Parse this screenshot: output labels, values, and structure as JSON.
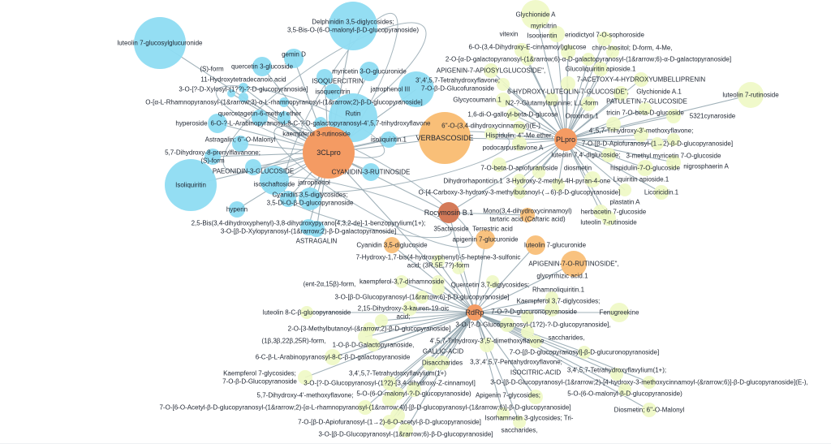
{
  "colors": {
    "blue": "#8edcf2",
    "green": "#eef8c4",
    "orange": "#f9bf78",
    "hub": "#f49b63",
    "brown": "#d47a58",
    "edge": "#8fa3ad"
  },
  "hubs": [
    {
      "label": "3CLpro",
      "group": "hub"
    },
    {
      "label": "PLpro",
      "group": "hub"
    },
    {
      "label": "RdRp",
      "group": "hub"
    },
    {
      "label": "Rocymosin B.1",
      "group": "brown"
    },
    {
      "label": "VERBASCOSIDE",
      "group": "orange"
    }
  ],
  "nodes": [
    {
      "label": [
        "luteolin 7-glucosylglucuronide"
      ],
      "group": "blue",
      "hub": 0
    },
    {
      "label": [
        "Delphinidin 3,5-diglycosides;",
        "3,5-Bis-O-(6-O-malonyl-&beta;-D-glucopyranoside)"
      ],
      "group": "blue",
      "hub": 0
    },
    {
      "label": [
        "gemin D"
      ],
      "group": "blue",
      "hub": 0
    },
    {
      "label": [
        "quercetin 3-glucoside"
      ],
      "group": "blue",
      "hub": 0
    },
    {
      "label": [
        "myricetin 3-O-glucuronide"
      ],
      "group": "blue",
      "hub": 0
    },
    {
      "label": [
        "ISOQUERCITRIN"
      ],
      "group": "blue",
      "hub": 0
    },
    {
      "label": [
        "jatrophenol III"
      ],
      "group": "blue",
      "hub": 0
    },
    {
      "label": [
        "isoquercitrin"
      ],
      "group": "blue",
      "hub": 0
    },
    {
      "label": [
        "11-Hydroxytetradecanoic acid"
      ],
      "group": "blue",
      "hub": 0
    },
    {
      "label": [
        "O-[&alpha;-L-Rhamnopyranosyl-(1&rarrow;3)-&alpha;-L-rhamnopyranosyl-(1&rarrow;2)-&beta;-D-glucopyranoside]"
      ],
      "group": "blue",
      "hub": 0
    },
    {
      "label": [
        "3-O-[?-D-Xylosyl-(1??)-?-D-glucopyranoside]"
      ],
      "group": "blue",
      "hub": 0
    },
    {
      "label": [
        "(S)-form"
      ],
      "group": "blue",
      "hub": 0
    },
    {
      "label": [
        "Rutin"
      ],
      "group": "blue",
      "hub": 0
    },
    {
      "label": [
        "hyperoside"
      ],
      "group": "blue",
      "hub": 0
    },
    {
      "label": [
        "quercetagetin-6-methyl ether"
      ],
      "group": "blue",
      "hub": 0
    },
    {
      "label": [
        "kaempferol 3-rutinoside"
      ],
      "group": "blue",
      "hub": 0
    },
    {
      "label": [
        "6-O-?-L-Arabinopyranosyl-8-C-?-D-galactopyranosyl-4',5,7-trihydroxyflavone"
      ],
      "group": "blue",
      "hub": 0
    },
    {
      "label": [
        "Astragalin; 6''-O-Malonyl"
      ],
      "group": "blue",
      "hub": 0
    },
    {
      "label": [
        "isoliquiritin.1"
      ],
      "group": "blue",
      "hub": 0
    },
    {
      "label": [
        "5,7-Dihydroxy-8-prenylflavanone;",
        "(S)-form"
      ],
      "group": "blue",
      "hub": 0
    },
    {
      "label": [
        "PAEONIDIN-3-GLUCOSIDE"
      ],
      "group": "blue",
      "hub": 0
    },
    {
      "label": [
        "Isoliquiritin"
      ],
      "group": "blue",
      "hub": 0
    },
    {
      "label": [
        "isoschaftoside"
      ],
      "group": "blue",
      "hub": 0
    },
    {
      "label": [
        "CYANIDIN-3-RUTINOSIDE"
      ],
      "group": "blue",
      "hub": 0
    },
    {
      "label": [
        "Cyanidin 3,5-diglycosides;",
        "3,5-Di-O-&beta;-D-glucopyranoside"
      ],
      "group": "blue",
      "hub": 0
    },
    {
      "label": [
        "jatrophenol"
      ],
      "group": "blue",
      "hub": 0
    },
    {
      "label": [
        "hyperin"
      ],
      "group": "blue",
      "hub": 0
    },
    {
      "label": [
        "2,5-Bis(3,4-dihydroxyphenyl)-3,8-dihydroxypyrano[4,3,2-de]-1-benzopyrylium(1+);",
        "3-O-[&beta;-D-Xylopyranosyl-(1&rarrow;2)-&beta;-D-galactopyranoside]"
      ],
      "group": "blue",
      "hub": 0
    },
    {
      "label": [
        "ASTRAGALIN"
      ],
      "group": "blue",
      "hub": 0
    },
    {
      "label": [
        "Glychionide A"
      ],
      "group": "green",
      "hub": 1
    },
    {
      "label": [
        "myricitrin"
      ],
      "group": "green",
      "hub": 1
    },
    {
      "label": [
        "eriodictyol 7-O-sophoroside"
      ],
      "group": "green",
      "hub": 1
    },
    {
      "label": [
        "vitexin"
      ],
      "group": "green",
      "hub": 1
    },
    {
      "label": [
        "Isoorientin"
      ],
      "group": "green",
      "hub": 1
    },
    {
      "label": [
        "chiro-Inositol; D-form, 4-Me,"
      ],
      "group": "green",
      "hub": 1
    },
    {
      "label": [
        "2-O-[&alpha;-D-galactopyranosyl-(1&rarrow;6)-&alpha;-D-galactopyranosyl-(1&rarrow;6)-&alpha;-D-galactopyranoside]"
      ],
      "group": "green",
      "hub": 1
    },
    {
      "label": [
        "6-O-(3,4-Dihydroxy-E-cinnamoyl)glucose"
      ],
      "group": "green",
      "hub": 1
    },
    {
      "label": [
        "APIGENIN-7-APIOSYLGLUCOSIDE\","
      ],
      "group": "green",
      "hub": 1
    },
    {
      "label": [
        "Glucoliquiritin apioside.1"
      ],
      "group": "green",
      "hub": 1
    },
    {
      "label": [
        "3',4',5,7-Tetrahydroxyflavone;",
        "7-O-&beta;-D-Glucofuranoside"
      ],
      "group": "green",
      "hub": 1
    },
    {
      "label": [
        "6-HYDROXY-LUTEOLIN-7-GLUCOSIDE\","
      ],
      "group": "green",
      "hub": 1
    },
    {
      "label": [
        "7-ACETOXY-4-HYDROXYUMBELLIPRENIN"
      ],
      "group": "green",
      "hub": 1
    },
    {
      "label": [
        "luteolin 7-rutinoside"
      ],
      "group": "green",
      "hub": 1
    },
    {
      "label": [
        "PATULETIN-7-GLUCOSIDE"
      ],
      "group": "green",
      "hub": 1
    },
    {
      "label": [
        "Glycycoumarin.1"
      ],
      "group": "green",
      "hub": 1
    },
    {
      "label": [
        "N2-?-Glutamylarginine; L,L-form"
      ],
      "group": "green",
      "hub": 1
    },
    {
      "label": [
        "Oroxindin.1"
      ],
      "group": "green",
      "hub": 1
    },
    {
      "label": [
        "tricin 7-O-beta-D-glucoside"
      ],
      "group": "green",
      "hub": 1
    },
    {
      "label": [
        "1,6-di-O-galloyl-beta-D-glucose"
      ],
      "group": "green",
      "hub": 1
    },
    {
      "label": [
        "5321cynaroside"
      ],
      "group": "green",
      "hub": 1
    },
    {
      "label": [
        "Glychionide A.1"
      ],
      "group": "green",
      "hub": 1
    },
    {
      "label": [
        "Hispidulin; 4''-Me ether,"
      ],
      "group": "green",
      "hub": 1
    },
    {
      "label": [
        "6''-O-(3,4-dihydroxycinnamoyl)(E-)"
      ],
      "group": "green",
      "hub": 1
    },
    {
      "label": [
        "4',5,7-Trihydroxy-3'-methoxyflavone;"
      ],
      "group": "green",
      "hub": 1
    },
    {
      "label": [
        "3-methyl myricetin 7-O-glucoside"
      ],
      "group": "green",
      "hub": 1
    },
    {
      "label": [
        "podocarpusflavone A"
      ],
      "group": "green",
      "hub": 1
    },
    {
      "label": [
        "7-O-[β-D-Apiofuranosyl-(1→2)-β-D-glucopyranoside]"
      ],
      "group": "green",
      "hub": 1
    },
    {
      "label": [
        "Liquiritin apioside.1"
      ],
      "group": "green",
      "hub": 1
    },
    {
      "label": [
        "nigrosphaerin A"
      ],
      "group": "green",
      "hub": 1
    },
    {
      "label": [
        "Dihydrorhaponticin.1"
      ],
      "group": "green",
      "hub": 1
    },
    {
      "label": [
        "hispidulin-7-O-glucoside"
      ],
      "group": "green",
      "hub": 1
    },
    {
      "label": [
        "diosmetin"
      ],
      "group": "green",
      "hub": 1
    },
    {
      "label": [
        "luteolin 7,4'-diglucoside;"
      ],
      "group": "green",
      "hub": 1
    },
    {
      "label": [
        "7-O-beta-D-apiofuranoside"
      ],
      "group": "green",
      "hub": 1
    },
    {
      "label": [
        "3-Hydroxy-2-methyl-4H-pyran-4-one"
      ],
      "group": "green",
      "hub": 1
    },
    {
      "label": [
        "O-[4-Carboxy-3-hydroxy-3-methylbutanoyl-(→6)-β-D-glucopyranoside]"
      ],
      "group": "green",
      "hub": 1
    },
    {
      "label": [
        "plastatin A"
      ],
      "group": "green",
      "hub": 1
    },
    {
      "label": [
        "Licoricidin.1"
      ],
      "group": "green",
      "hub": 1
    },
    {
      "label": [
        "herbacetin 7-glucoside"
      ],
      "group": "green",
      "hub": 1
    },
    {
      "label": [
        "luteolin 7-rutinoside"
      ],
      "group": "green",
      "hub": 1
    },
    {
      "label": [
        "Mono(3,4-dihydroxycinnamoyl)",
        "tartaric acid (Caftaric acid)"
      ],
      "group": "orange",
      "hub": 3
    },
    {
      "label": [
        "Cyanidin 3,5-diglucoside"
      ],
      "group": "orange",
      "hub": 2
    },
    {
      "label": [
        "apigenin 7-glucuronide"
      ],
      "group": "orange",
      "hub": 2
    },
    {
      "label": [
        "luteolin 7-glucuronide"
      ],
      "group": "orange",
      "hub": 2
    },
    {
      "label": [
        "APIGENIN-7-O-RUTINOSIDE\","
      ],
      "group": "orange",
      "hub": 2
    },
    {
      "label": [
        "7-Hydroxy-1,7-bis(4-hydroxyphenyl)-5-heptene-3-sulfonic",
        "acid; (3R,5E,7?)-form"
      ],
      "group": "green",
      "hub": 2
    },
    {
      "label": [
        "glycyrrhizic acid.1"
      ],
      "group": "green",
      "hub": 2
    },
    {
      "label": [
        "kaempferol-3,7-dirhamnoside"
      ],
      "group": "green",
      "hub": 2
    },
    {
      "label": [
        "Quercetin 3,7-diglycosides;"
      ],
      "group": "green",
      "hub": 2
    },
    {
      "label": [
        "35acteoside"
      ],
      "group": "green",
      "hub": 2
    },
    {
      "label": [
        "Terrestric acid"
      ],
      "group": "green",
      "hub": 2
    },
    {
      "label": [
        "3-O-[&beta;-D-Glucopyranosyl-(1&rarrow;6)-&beta;-D-glucopyranoside]"
      ],
      "group": "green",
      "hub": 2
    },
    {
      "label": [
        "Rhamnoliquiritin.1"
      ],
      "group": "green",
      "hub": 2
    },
    {
      "label": [
        "2,15-Dihydroxy-3-kauren-19-oic",
        "acid;"
      ],
      "group": "green",
      "hub": 2
    },
    {
      "label": [
        "luteolin 8-C-β-glucopyranoside"
      ],
      "group": "green",
      "hub": 2
    },
    {
      "label": [
        "Kaempferol 3,7-diglycosides;"
      ],
      "group": "green",
      "hub": 2
    },
    {
      "label": [
        "Fenugreekine"
      ],
      "group": "green",
      "hub": 2
    },
    {
      "label": [
        "saccharides,"
      ],
      "group": "green",
      "hub": 2
    },
    {
      "label": [
        "(ent-2&alpha;,15&beta;)-form,"
      ],
      "group": "green",
      "hub": 2
    },
    {
      "label": [
        "2-O-[3-Methylbutanoyl-(&rarrow;2)-&beta;-D-glucopyranoside]"
      ],
      "group": "green",
      "hub": 2
    },
    {
      "label": [
        "3-O-[?-D-Glucopyranosyl-(1?2)-?-D-glucopyranoside],"
      ],
      "group": "green",
      "hub": 2
    },
    {
      "label": [
        "7-O-?-D-glucuronopyranoside"
      ],
      "group": "green",
      "hub": 2
    },
    {
      "label": [
        "(1&beta;,3&beta;,22&beta;,25R)-form,"
      ],
      "group": "green",
      "hub": 2
    },
    {
      "label": [
        "1-O-&beta;-D-Galactopyranoside,"
      ],
      "group": "green",
      "hub": 2
    },
    {
      "label": [
        "4',5,7-Trihydroxy-3',5'-dimethoxyflavone"
      ],
      "group": "green",
      "hub": 2
    },
    {
      "label": [
        "3,3',4',5,7-Pentahydroxyflavone;"
      ],
      "group": "green",
      "hub": 2
    },
    {
      "label": [
        "6-C-β-L-Arabinopyranosyl-8-C-β-D-galactopyranoside"
      ],
      "group": "green",
      "hub": 2
    },
    {
      "label": [
        "7-O-[β-D-glucopyranosyl]-β-D-glucuronopyranoside]"
      ],
      "group": "green",
      "hub": 2
    },
    {
      "label": [
        "GALLIC-ACID"
      ],
      "group": "green",
      "hub": 2
    },
    {
      "label": [
        "Disaccharides"
      ],
      "group": "green",
      "hub": 2
    },
    {
      "label": [
        "Kaempferol 7-glycosides;",
        "7-O-β-D-Glucopyranoside"
      ],
      "group": "green",
      "hub": 2
    },
    {
      "label": [
        "3-O-[?-D-Glucopyranosyl-(1?2)-[3,4-dihydroxy-Z-cinnamoyl]"
      ],
      "group": "green",
      "hub": 2
    },
    {
      "label": [
        "3,4',5,7-Tetrahydroxyflavylium(1+)"
      ],
      "group": "green",
      "hub": 2
    },
    {
      "label": [
        "3,4',5,7-Tetrahydroxyflavylium(1+);"
      ],
      "group": "green",
      "hub": 2
    },
    {
      "label": [
        "3-O-[&beta;-D-Glucopyranosyl-(1&rarrow;2)-[4-hydroxy-3-methoxycinnamoyl-(&rarrow;6)]-&beta;-D-glucopyranoside](E-),"
      ],
      "group": "green",
      "hub": 2
    },
    {
      "label": [
        "5-O-(6-O-malonyl-&beta;-D-glucopyranoside)"
      ],
      "group": "green",
      "hub": 2
    },
    {
      "label": [
        "5-O-(6-O-malonyl-?-D-glucopyranoside)"
      ],
      "group": "green",
      "hub": 2
    },
    {
      "label": [
        "ISOCITRIC-ACID"
      ],
      "group": "green",
      "hub": 2
    },
    {
      "label": [
        "5,7-Dihydroxy-4'-methoxyflavone;"
      ],
      "group": "green",
      "hub": 2
    },
    {
      "label": [
        "7-O-[6-O-Acetyl-&beta;-D-glucopyranosyl-(1&rarrow;2)-[&alpha;-L-rhamnopyranosyl-(1&rarrow;4)]-[&beta;-D-glucopyranosyl-(1&rarrow;6)]-&beta;-D-glucopyranoside]"
      ],
      "group": "green",
      "hub": 2
    },
    {
      "label": [
        "Diosmetin; 6''-O-Malonyl"
      ],
      "group": "green",
      "hub": 2
    },
    {
      "label": [
        "Apigenin 7-glycosides;"
      ],
      "group": "green",
      "hub": 2
    },
    {
      "label": [
        "Isorhamnetin 3-glycosides; Tri-"
      ],
      "group": "green",
      "hub": 2
    },
    {
      "label": [
        "7-O-[β-D-Apiofuranosyl-(1→2)-6-O-acetyl-β-D-glucopyranoside]"
      ],
      "group": "green",
      "hub": 2
    },
    {
      "label": [
        "saccharides,"
      ],
      "group": "green",
      "hub": 2
    },
    {
      "label": [
        "3-O-[&beta;-D-Glucopyranosyl-(1&rarrow;6)-&beta;-D-glucopyranoside]"
      ],
      "group": "green",
      "hub": 2
    }
  ]
}
